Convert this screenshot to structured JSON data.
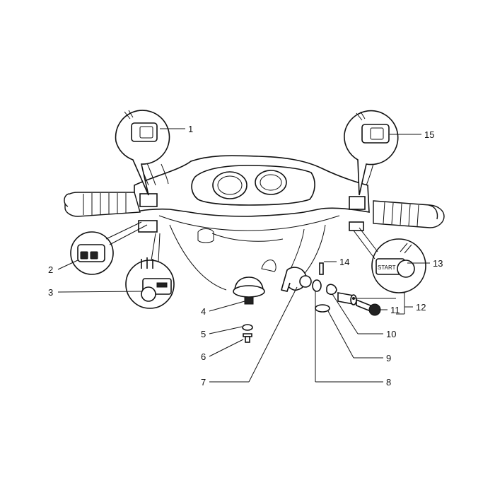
{
  "callouts": [
    {
      "id": "1",
      "label": "1"
    },
    {
      "id": "2",
      "label": "2"
    },
    {
      "id": "3",
      "label": "3"
    },
    {
      "id": "4",
      "label": "4"
    },
    {
      "id": "5",
      "label": "5"
    },
    {
      "id": "6",
      "label": "6"
    },
    {
      "id": "7",
      "label": "7"
    },
    {
      "id": "8",
      "label": "8"
    },
    {
      "id": "9",
      "label": "9"
    },
    {
      "id": "10",
      "label": "10"
    },
    {
      "id": "11",
      "label": "11"
    },
    {
      "id": "12",
      "label": "12"
    },
    {
      "id": "13",
      "label": "13"
    },
    {
      "id": "14",
      "label": "14"
    },
    {
      "id": "15",
      "label": "15"
    }
  ],
  "switch_texts": {
    "start_button": "START"
  }
}
